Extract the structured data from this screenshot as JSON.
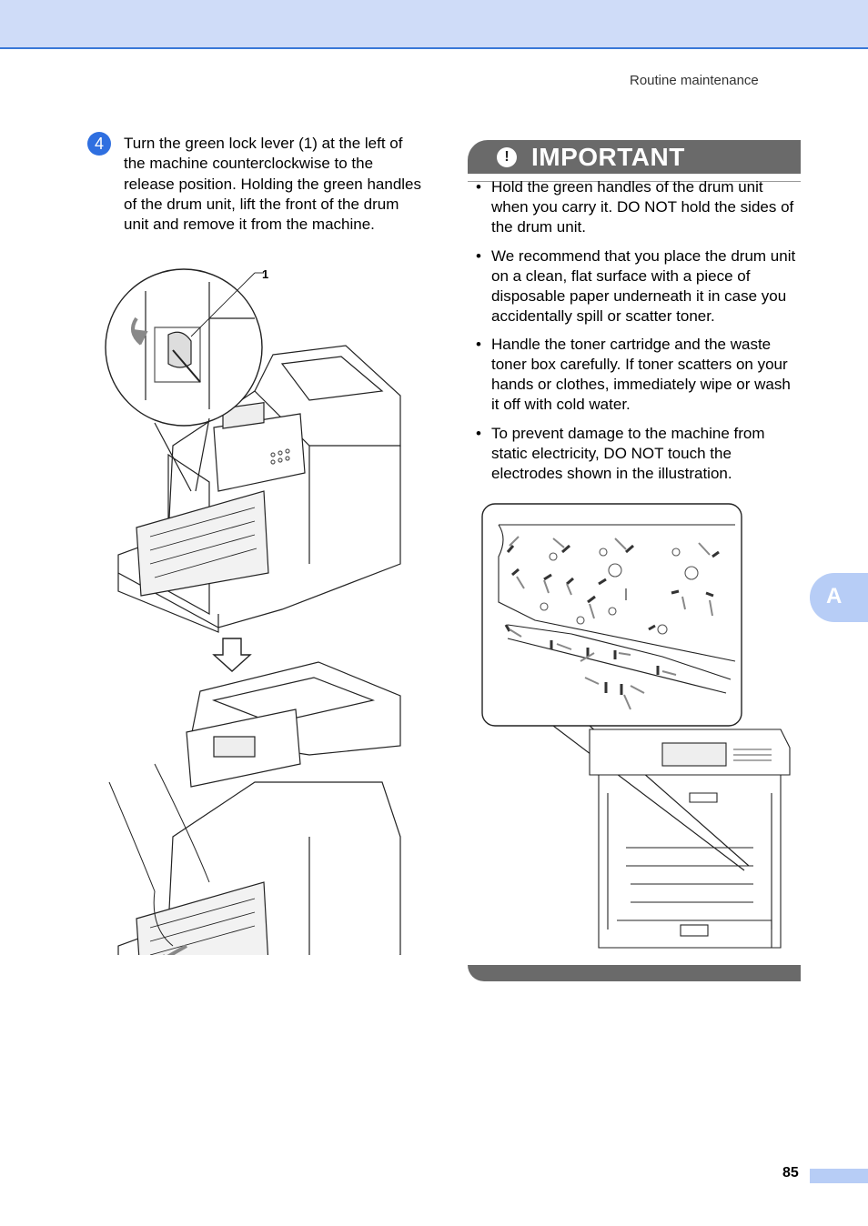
{
  "header": {
    "running_head": "Routine maintenance"
  },
  "step": {
    "number": "4",
    "text": "Turn the green lock lever (1) at the left of the machine counterclockwise to the release position. Holding the green handles of the drum unit, lift the front of the drum unit and remove it from the machine.",
    "callout": "1"
  },
  "important": {
    "title": "IMPORTANT",
    "icon": "exclamation-icon",
    "bullet": "•",
    "items": [
      "Hold the green handles of the drum unit when you carry it. DO NOT hold the sides of the drum unit.",
      "We recommend that you place the drum unit on a clean, flat surface with a piece of disposable paper underneath it in case you accidentally spill or scatter toner.",
      "Handle the toner cartridge and the waste toner box carefully. If toner scatters on your hands or clothes, immediately wipe or wash it off with cold water.",
      "To prevent damage to the machine from static electricity, DO NOT touch the electrodes shown in the illustration."
    ]
  },
  "side_tab": {
    "label": "A"
  },
  "footer": {
    "page_number": "85"
  },
  "colors": {
    "header_band": "#cfdcf8",
    "header_rule": "#3a78d8",
    "step_badge": "#2f6fe0",
    "important_bar": "#6a6a6a",
    "tab": "#b7cdf6"
  }
}
